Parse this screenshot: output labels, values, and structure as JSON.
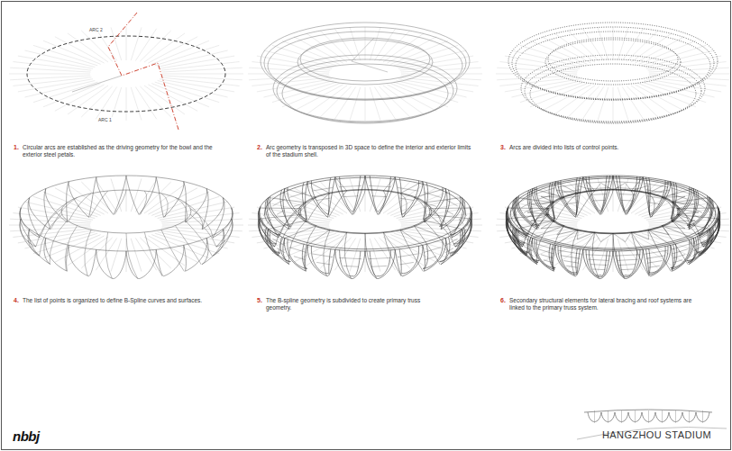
{
  "diagram": {
    "labels": [
      "ARC 2",
      "ARC 1",
      "1.",
      "Circular arcs are established as the driving geometry for the bowl and the exterior steel petals.",
      "2.",
      "Arc geometry is transposed in 3D space to define the interior and exterior limits of the stadium shell.",
      "3.",
      "Arcs are divided into lists of control points.",
      "4.",
      "The list of points is organized to define B-Spline curves and surfaces.",
      "5.",
      "The B-spline geometry is subdivided to create primary truss geometry.",
      "6.",
      "Secondary structural elements for lateral bracing and roof systems are linked to the primary truss system.",
      "nbbj",
      "HANGZHOU STADIUM"
    ]
  }
}
